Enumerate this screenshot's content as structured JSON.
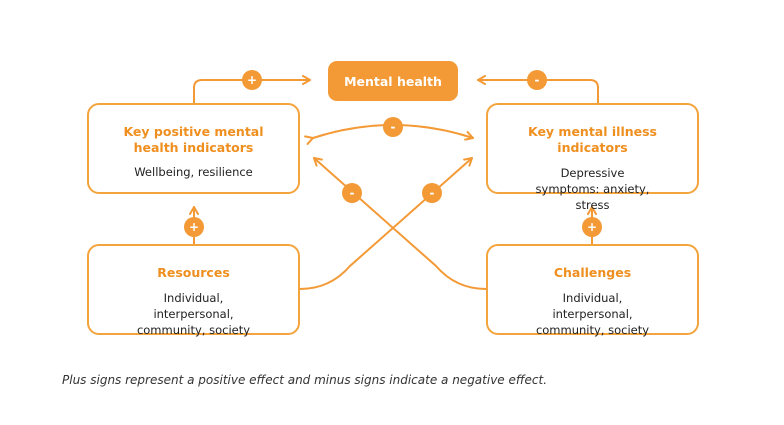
{
  "diagram": {
    "center": {
      "label": "Mental health"
    },
    "positive": {
      "title": "Key positive mental health indicators",
      "body": "Wellbeing, resilience"
    },
    "illness": {
      "title": "Key mental illness indicators",
      "body": "Depressive symptoms: anxiety, stress"
    },
    "resources": {
      "title": "Resources",
      "body": "Individual, interpersonal, community, society"
    },
    "challenges": {
      "title": "Challenges",
      "body": "Individual, interpersonal, community, society"
    },
    "signs": {
      "positive_to_center": "+",
      "illness_to_center": "-",
      "between_indicators": "-",
      "resources_to_positive": "+",
      "challenges_to_illness": "+",
      "challenges_to_positive": "-",
      "resources_to_illness": "-"
    }
  },
  "caption": "Plus signs represent a positive effect and minus signs indicate a negative effect.",
  "colors": {
    "accent": "#f39a36",
    "title_text": "#ef8f1f",
    "border": "#f4a43c"
  }
}
